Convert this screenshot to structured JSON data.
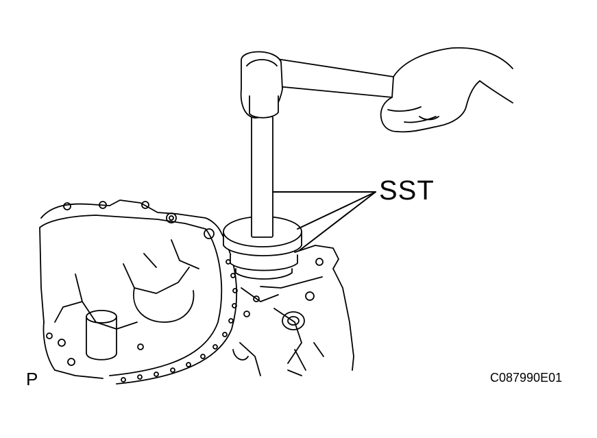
{
  "diagram": {
    "callout_label": "SST",
    "view_letter": "P",
    "figure_code": "C087990E01"
  },
  "colors": {
    "ink": "#000000",
    "paper": "#ffffff"
  }
}
